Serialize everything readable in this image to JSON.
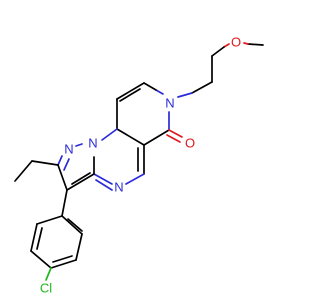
{
  "molecule": {
    "atoms": {
      "n_pyrazole": "N",
      "n_bridge": "N",
      "n_pyrimidine": "N",
      "n_pyridone": "N",
      "o_carbonyl": "O",
      "o_ether": "O",
      "cl": "Cl"
    },
    "colors": {
      "bond": "#000000",
      "nitrogen": "#2b2bd9",
      "oxygen": "#e0191d",
      "chlorine": "#1eb81e",
      "background": "#ffffff"
    }
  }
}
